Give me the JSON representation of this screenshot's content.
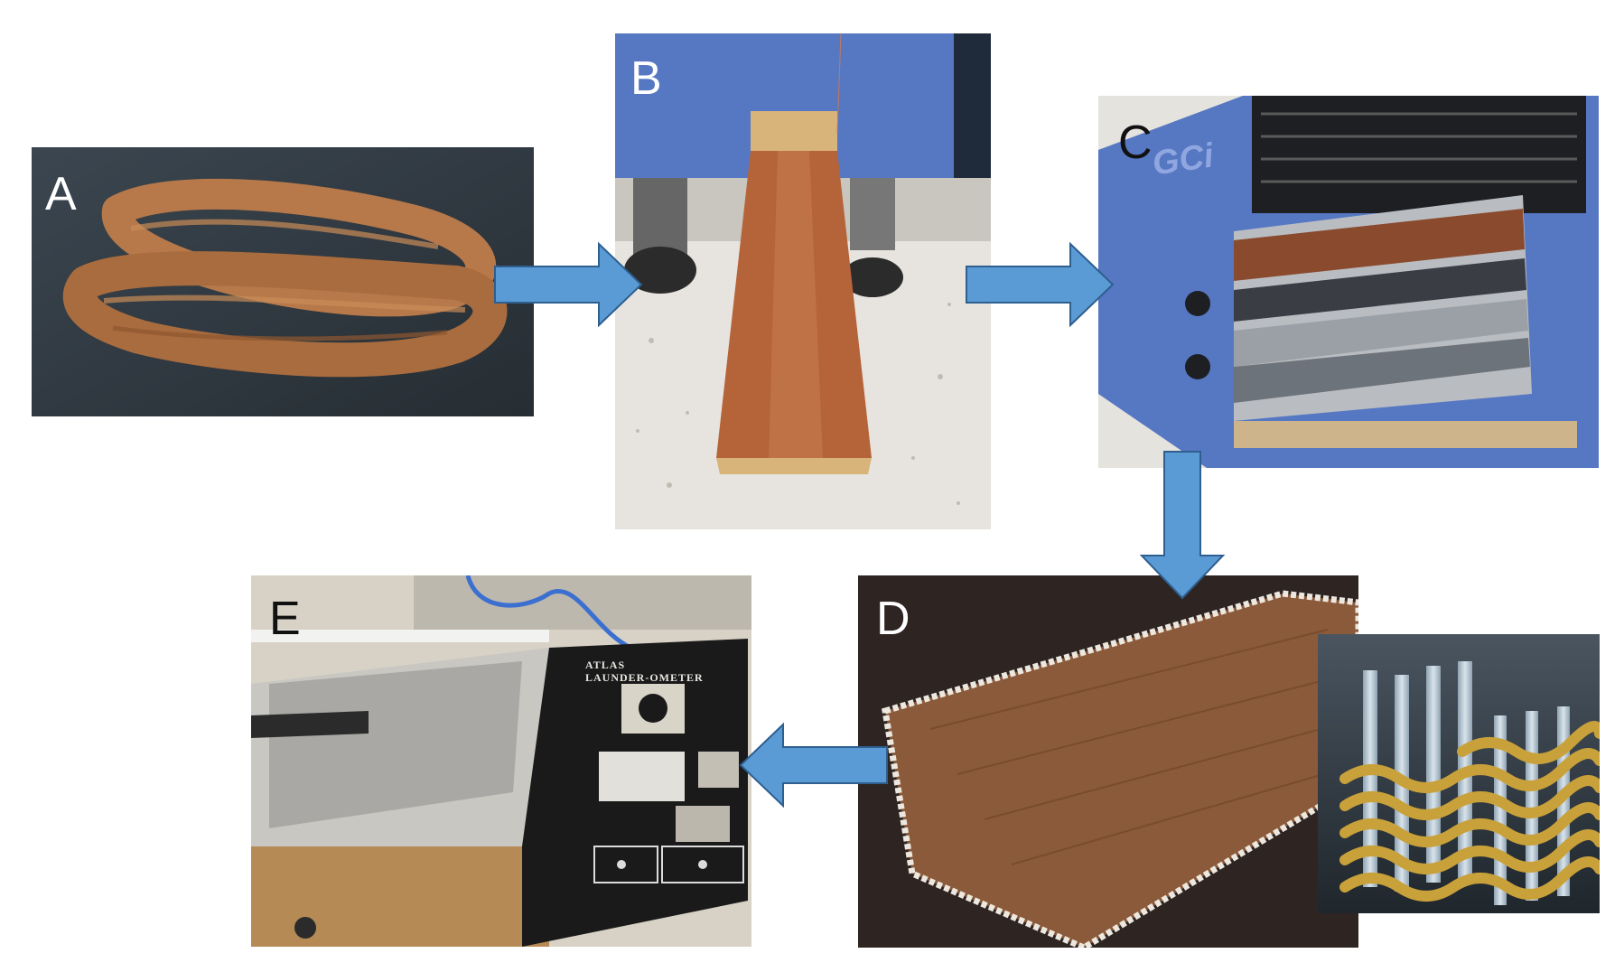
{
  "panels": {
    "a": {
      "label": "A",
      "content": "wool-roving-skein"
    },
    "b": {
      "label": "B",
      "content": "yarn-cone"
    },
    "c": {
      "label": "C",
      "content": "weaving-loom",
      "brand_text": "GCi"
    },
    "d": {
      "label": "D",
      "content": "woven-fabric-swatch",
      "inset": "weave-structure-render"
    },
    "e": {
      "label": "E",
      "content": "launder-ometer",
      "device_text": [
        "ATLAS",
        "LAUNDER-OMETER"
      ]
    }
  },
  "colors": {
    "arrow_fill": "#5b9bd5",
    "arrow_stroke": "#2e5f8f",
    "machine_blue": "#5677c2",
    "wool": "#b7794a",
    "yarn_gold": "#c9a13a"
  },
  "flow": [
    "A",
    "B",
    "C",
    "D",
    "E"
  ]
}
